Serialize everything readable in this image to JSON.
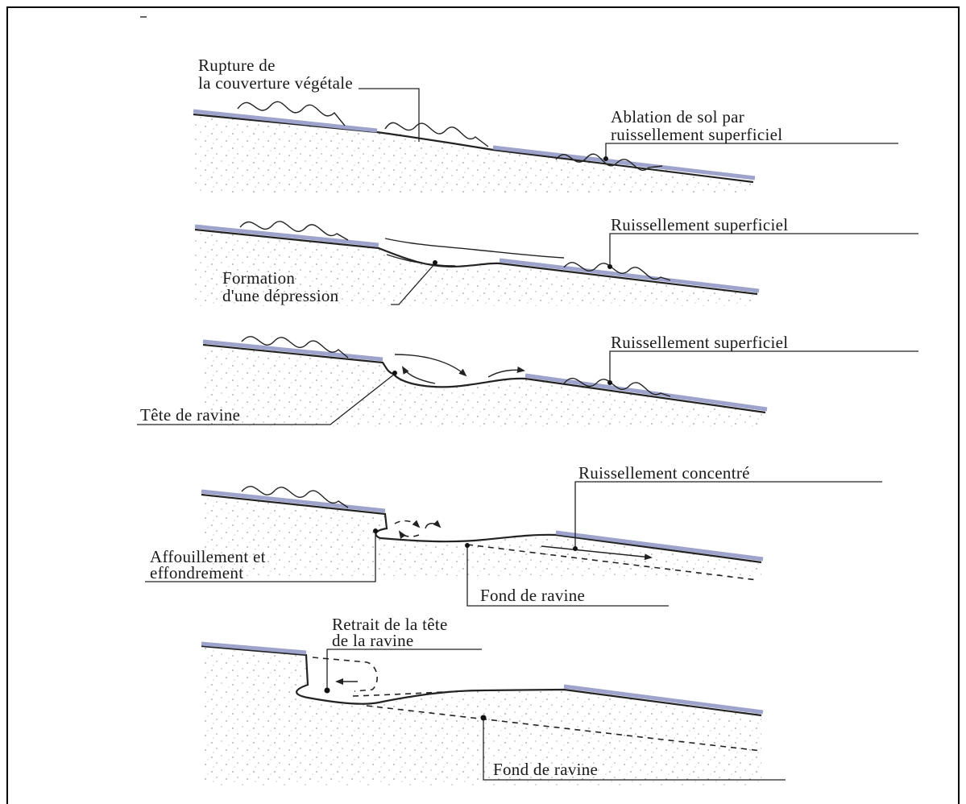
{
  "panels": [
    {
      "id": "stage-1",
      "labels": [
        {
          "key": "rupture",
          "lines": [
            "Rupture de",
            "la couverture végétale"
          ]
        },
        {
          "key": "ablation",
          "lines": [
            "Ablation de sol par",
            "ruissellement superficiel"
          ]
        }
      ]
    },
    {
      "id": "stage-2",
      "labels": [
        {
          "key": "ruissellement",
          "lines": [
            "Ruissellement superficiel"
          ]
        },
        {
          "key": "depression",
          "lines": [
            "Formation",
            "d'une dépression"
          ]
        }
      ]
    },
    {
      "id": "stage-3",
      "labels": [
        {
          "key": "ruissellement",
          "lines": [
            "Ruissellement superficiel"
          ]
        },
        {
          "key": "tete",
          "lines": [
            "Tête de ravine"
          ]
        }
      ]
    },
    {
      "id": "stage-4",
      "labels": [
        {
          "key": "concentre",
          "lines": [
            "Ruissellement concentré"
          ]
        },
        {
          "key": "affouillement",
          "lines": [
            "Affouillement et",
            "effondrement"
          ]
        },
        {
          "key": "fond",
          "lines": [
            "Fond de ravine"
          ]
        }
      ]
    },
    {
      "id": "stage-5",
      "labels": [
        {
          "key": "retrait",
          "lines": [
            "Retrait de la tête",
            "de la ravine"
          ]
        },
        {
          "key": "fond",
          "lines": [
            "Fond de ravine"
          ]
        }
      ]
    }
  ],
  "colors": {
    "vegetation": "#9ea3cc",
    "ink": "#222222",
    "border": "#000000"
  }
}
